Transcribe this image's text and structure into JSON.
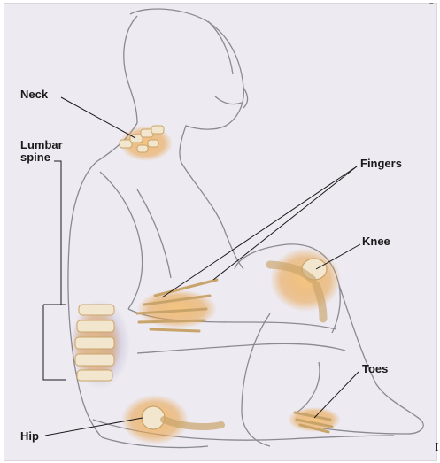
{
  "labels": {
    "neck": "Neck",
    "lumbar_line1": "Lumbar",
    "lumbar_line2": "spine",
    "fingers": "Fingers",
    "knee": "Knee",
    "toes": "Toes",
    "hip": "Hip"
  },
  "colors": {
    "background": "#edeaf1",
    "skin_outline": "#8a8a92",
    "bone": "#f3e6cf",
    "bone_outline": "#c9a46a",
    "joint_glow": "#e8a24a",
    "joint_shadow": "#6a5a9a",
    "leader_line": "#1a1a1a"
  },
  "icons": [
    "seated-figure-illustration"
  ],
  "page_marks": {
    "top_right_mark": "-",
    "bottom_right_mark": "I"
  }
}
